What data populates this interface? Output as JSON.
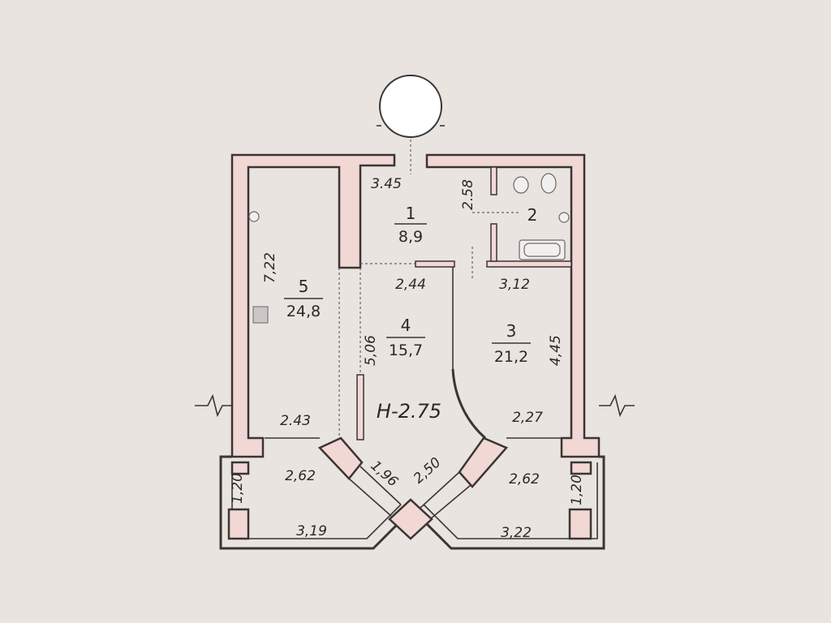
{
  "rooms": [
    {
      "number": "1",
      "area": "8,9"
    },
    {
      "number": "2",
      "area": ""
    },
    {
      "number": "3",
      "area": "21,2"
    },
    {
      "number": "4",
      "area": "15,7"
    },
    {
      "number": "5",
      "area": "24,8"
    }
  ],
  "dimensions": {
    "d_3_45": "3.45",
    "d_2_58": "2.58",
    "d_7_22": "7,22",
    "d_2_44": "2,44",
    "d_3_12": "3,12",
    "d_5_06": "5,06",
    "d_4_45": "4,45",
    "d_2_43": "2.43",
    "d_2_27": "2,27",
    "d_2_62_left": "2,62",
    "d_2_62_right": "2,62",
    "d_1_96": "1,96",
    "d_2_50": "2,50",
    "d_1_20_left": "1,20",
    "d_1_20_right": "1,20",
    "d_3_19": "3,19",
    "d_3_22": "3,22"
  },
  "ceiling_height": "H-2.75",
  "colors": {
    "paper": "#e9e4df",
    "wall_fill": "#f1d8d5",
    "line": "#3b3535"
  }
}
